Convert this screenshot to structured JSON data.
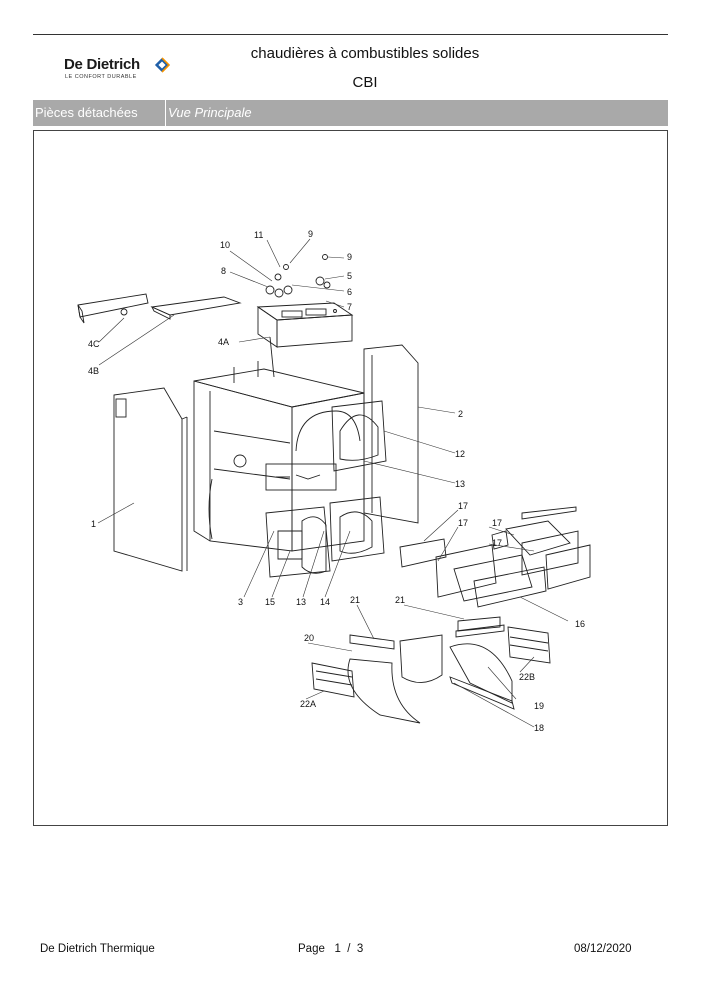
{
  "header": {
    "brand": "De Dietrich",
    "tagline": "LE CONFORT DURABLE",
    "title": "chaudières à combustibles solides",
    "model": "CBI"
  },
  "band": {
    "section": "Pièces détachées",
    "view": "Vue Principale"
  },
  "diagram": {
    "callouts": [
      "11",
      "9",
      "10",
      "9",
      "8",
      "5",
      "6",
      "7",
      "4C",
      "4B",
      "4A",
      "2",
      "12",
      "13",
      "1",
      "17",
      "17",
      "17",
      "17",
      "3",
      "15",
      "13",
      "14",
      "21",
      "21",
      "16",
      "20",
      "22B",
      "22A",
      "19",
      "18"
    ]
  },
  "footer": {
    "company": "De Dietrich Thermique",
    "page_label": "Page",
    "page_current": "1",
    "page_sep": "/",
    "page_total": "3",
    "date": "08/12/2020"
  },
  "colors": {
    "band": "#a9a9a9",
    "logo_accent": "#f39200",
    "logo_blue": "#1f5fa8"
  }
}
